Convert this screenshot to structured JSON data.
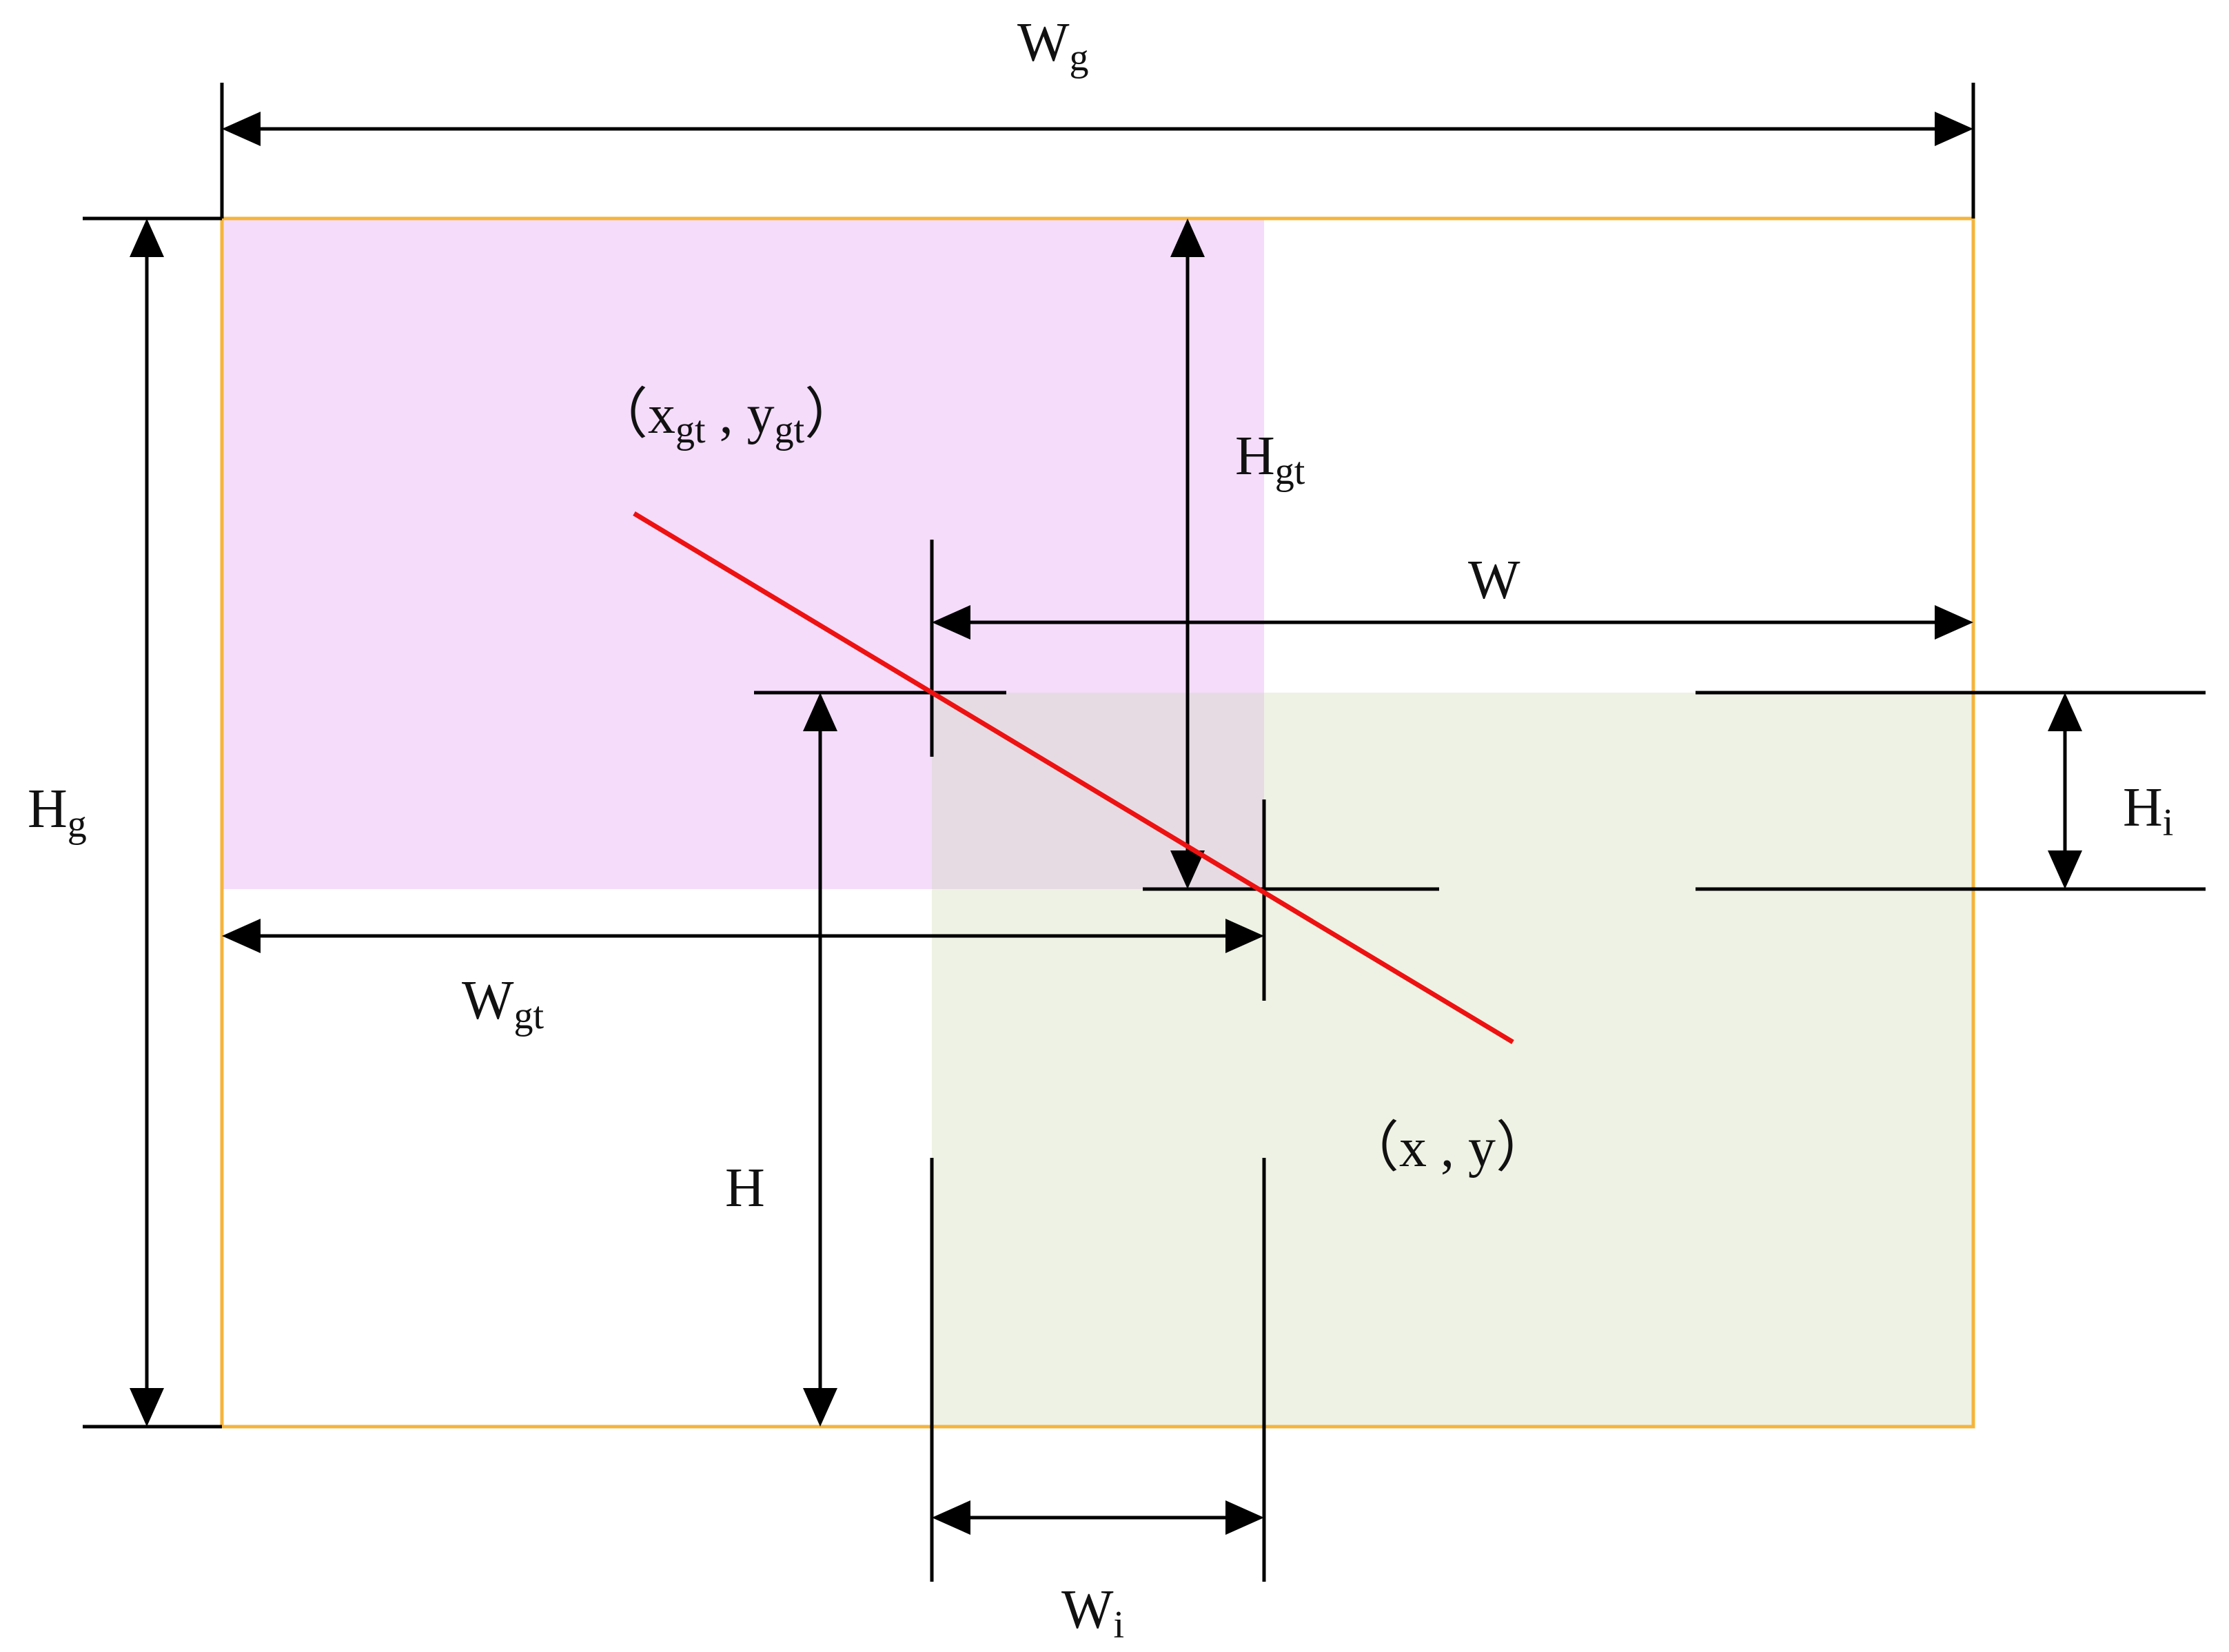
{
  "labels": {
    "wg": {
      "main": "W",
      "sub": "g"
    },
    "hg": {
      "main": "H",
      "sub": "g"
    },
    "hgt": {
      "main": "H",
      "sub": "gt"
    },
    "w": {
      "main": "W",
      "sub": ""
    },
    "hi": {
      "main": "H",
      "sub": "i"
    },
    "wgt": {
      "main": "W",
      "sub": "gt"
    },
    "h": {
      "main": "H",
      "sub": ""
    },
    "wi": {
      "main": "W",
      "sub": "i"
    },
    "gt_point": {
      "open": "（",
      "x": "x",
      "x_sub": "gt",
      "sep": " , ",
      "y": "y",
      "y_sub": "gt",
      "close": "）"
    },
    "pred_point": {
      "open": "（",
      "x": "x",
      "sep": " , ",
      "y": "y",
      "close": "）"
    }
  },
  "colors": {
    "gt_box_fill": "#f4dcfa",
    "pred_box_fill": "#eef2e4",
    "overlap_fill": "#e6dbe3",
    "enclosing_box_stroke": "#f5b43c",
    "center_line": "#ee1111",
    "dimension_line": "#000000"
  }
}
